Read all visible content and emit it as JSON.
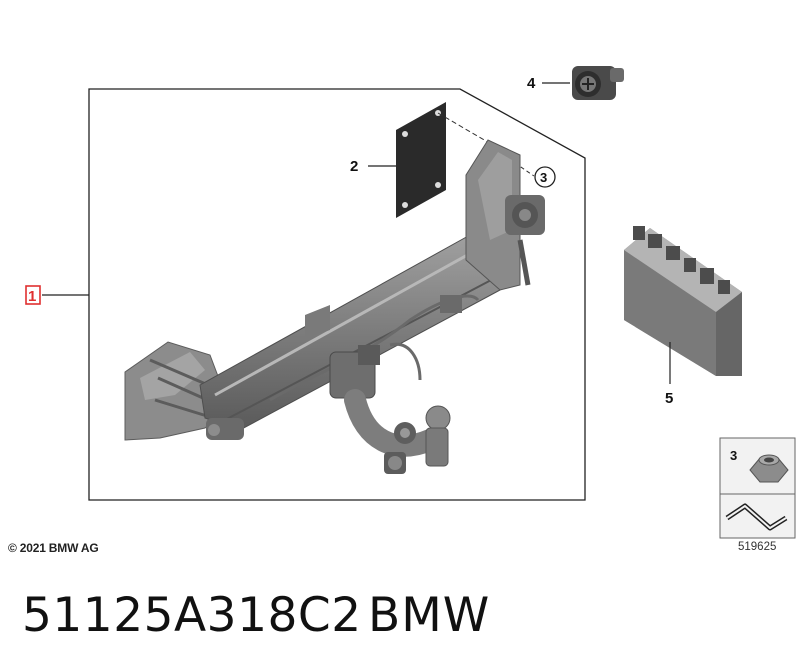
{
  "callouts": {
    "c1": "1",
    "c2": "2",
    "c3": "3",
    "c4": "4",
    "c5": "5",
    "legend3": "3"
  },
  "footer": {
    "copyright": "© 2021 BMW AG",
    "diagram_id": "519625"
  },
  "caption": {
    "part_number": "51125A318C2",
    "brand": "BMW"
  },
  "colors": {
    "part_gray": "#8a8a8a",
    "part_dark": "#5c5c5c",
    "highlight_red": "#e03030",
    "legend_bg": "#f2f2f2"
  }
}
